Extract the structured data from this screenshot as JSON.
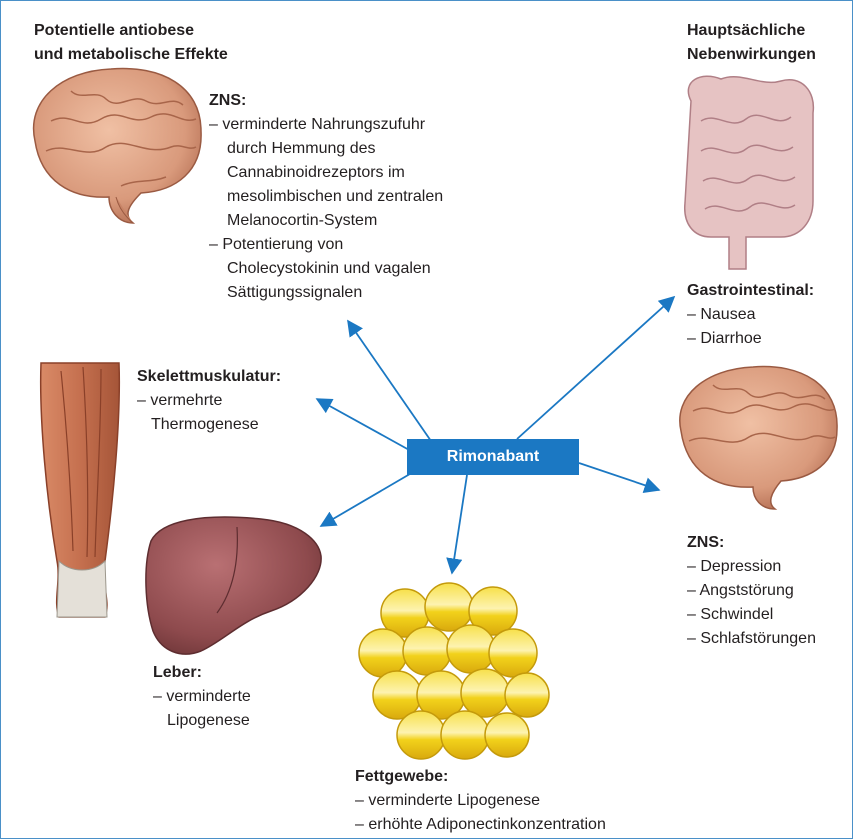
{
  "headings": {
    "left": [
      "Potentielle antiobese",
      "und metabolische Effekte"
    ],
    "right": [
      "Hauptsächliche",
      "Nebenwirkungen"
    ]
  },
  "central": {
    "label": "Rimonabant"
  },
  "colors": {
    "accent": "#1b78c3",
    "frame": "#4a90c8",
    "brain": "#d99a7c",
    "muscle": "#c5704f",
    "liver": "#8e4a4d",
    "fat": "#f2d21b",
    "intestine": "#e6c3c3"
  },
  "illustrations": [
    "brain-left",
    "brain-right",
    "intestine",
    "leg-muscle",
    "liver",
    "fat-cells"
  ],
  "effects": {
    "zns_left": {
      "title": "ZNS:",
      "items": [
        "verminderte Nahrungszufuhr",
        "durch Hemmung des",
        "Cannabinoidrezeptors im",
        "mesolimbischen und zentralen",
        "Melanocortin-System",
        "Potentierung von",
        "Cholecystokinin und vagalen",
        "Sättigungssignalen"
      ]
    },
    "muscle": {
      "title": "Skelettmuskulatur:",
      "items": [
        "vermehrte",
        "Thermogenese"
      ]
    },
    "liver": {
      "title": "Leber:",
      "items": [
        "verminderte",
        "Lipogenese"
      ]
    },
    "fat": {
      "title": "Fettgewebe:",
      "items": [
        "verminderte Lipogenese",
        "erhöhte Adiponectinkonzentration"
      ]
    },
    "gi": {
      "title": "Gastrointestinal:",
      "items": [
        "Nausea",
        "Diarrhoe"
      ]
    },
    "zns_right": {
      "title": "ZNS:",
      "items": [
        "Depression",
        "Angststörung",
        "Schwindel",
        "Schlafstörungen"
      ]
    }
  }
}
